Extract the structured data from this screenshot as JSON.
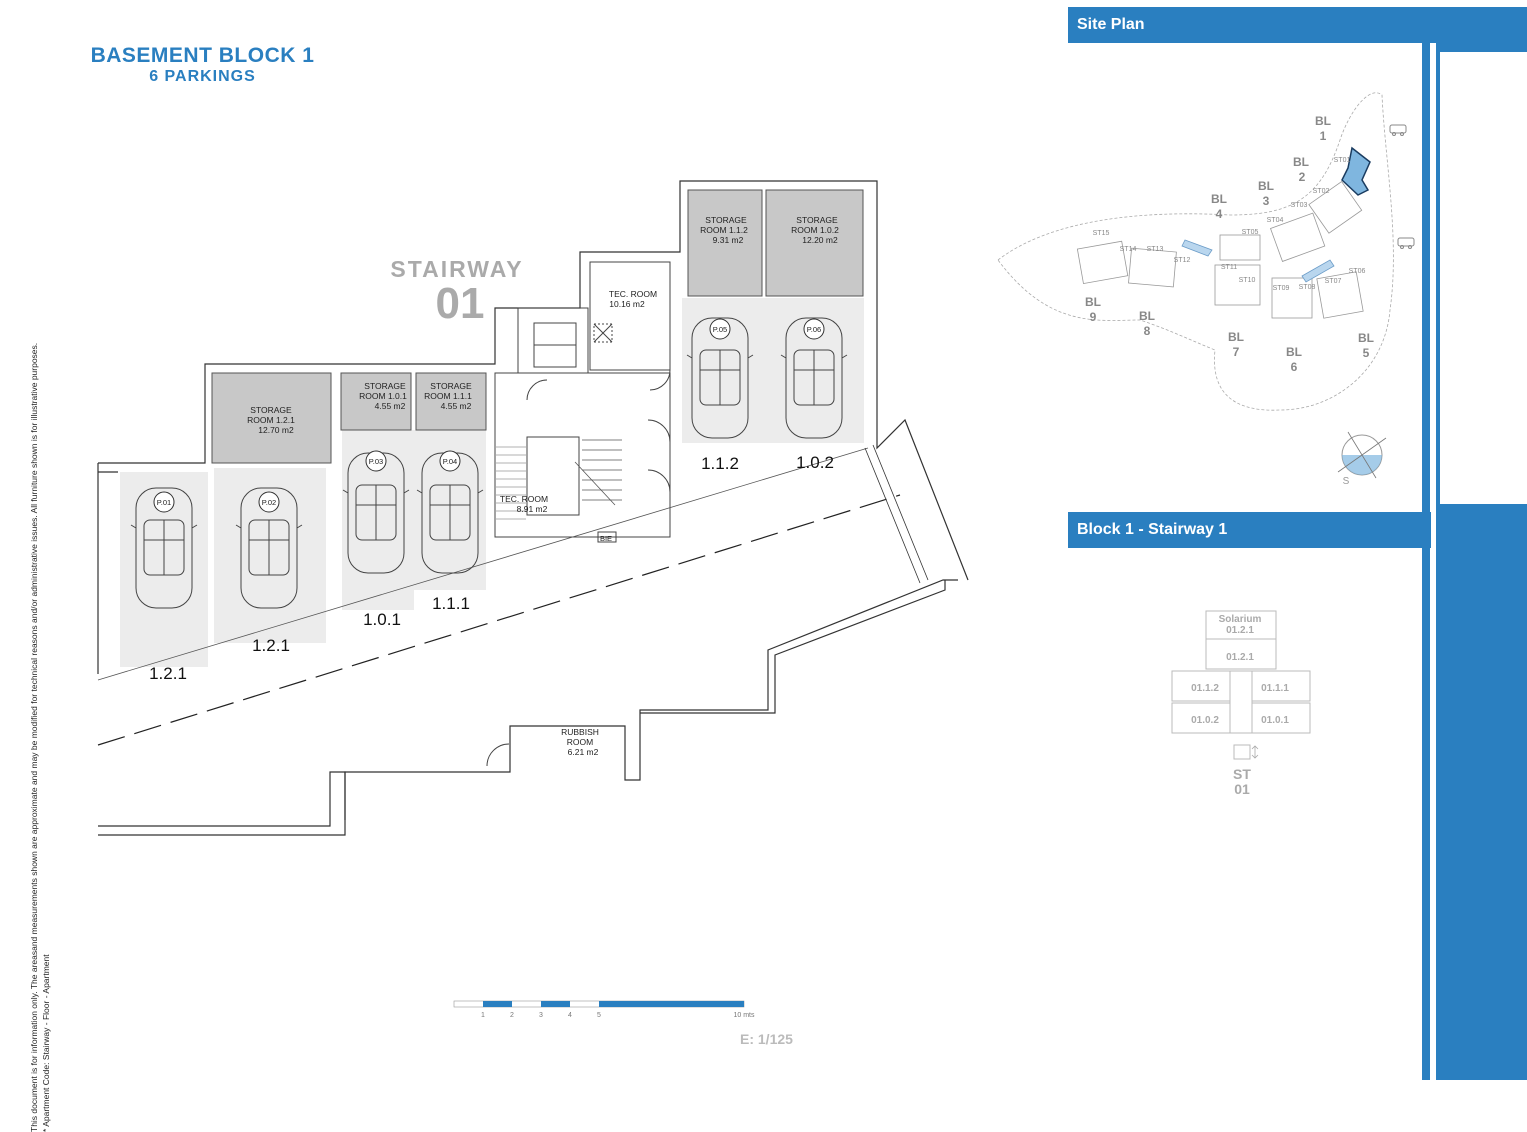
{
  "header": {
    "title": "BASEMENT BLOCK 1",
    "subtitle": "6 PARKINGS"
  },
  "disclaimer": {
    "line1": "This document is for information only. The areasand measurements shown are approximate and may be modified for technical reasons and/or administrative issues. All furniture shown is for illustrative purposes.",
    "line2": "* Apartment Code: Stairway - Floor - Apartment"
  },
  "plan": {
    "stairway_label": "STAIRWAY",
    "stairway_number": "01",
    "storage_rooms": [
      {
        "name": "STORAGE",
        "room": "ROOM 1.2.1",
        "area": "12.70 m2"
      },
      {
        "name": "STORAGE",
        "room": "ROOM 1.0.1",
        "area": "4.55 m2"
      },
      {
        "name": "STORAGE",
        "room": "ROOM 1.1.1",
        "area": "4.55 m2"
      },
      {
        "name": "STORAGE",
        "room": "ROOM 1.1.2",
        "area": "9.31 m2"
      },
      {
        "name": "STORAGE",
        "room": "ROOM 1.0.2",
        "area": "12.20 m2"
      }
    ],
    "tech_room_upper": {
      "name": "TEC. ROOM",
      "area": "10.16 m2"
    },
    "tech_room_lower": {
      "name": "TEC. ROOM",
      "area": "8.91 m2"
    },
    "rubbish_room": {
      "name": "RUBBISH",
      "room": "ROOM",
      "area": "6.21 m2"
    },
    "bie": "BIE",
    "parking_tags": [
      "P.01",
      "P.02",
      "P.03",
      "P.04",
      "P.05",
      "P.06"
    ],
    "parking_codes": [
      "1.2.1",
      "1.2.1",
      "1.0.1",
      "1.1.1",
      "1.1.2",
      "1.0.2"
    ]
  },
  "scale": {
    "ticks": [
      "1",
      "2",
      "3",
      "4",
      "5",
      "10 mts"
    ],
    "ratio": "E: 1/125"
  },
  "site_plan": {
    "header": "Site Plan",
    "blocks": [
      "BL",
      "1",
      "BL",
      "2",
      "BL",
      "3",
      "BL",
      "4",
      "BL",
      "5",
      "BL",
      "6",
      "BL",
      "7",
      "BL",
      "8",
      "BL",
      "9"
    ],
    "stairways": [
      "ST01",
      "ST02",
      "ST03",
      "ST04",
      "ST05",
      "ST06",
      "ST07",
      "ST08",
      "ST09",
      "ST10",
      "ST11",
      "ST12",
      "ST13",
      "ST14",
      "ST15"
    ],
    "compass": "S"
  },
  "block_panel": {
    "header": "Block 1 - Stairway 1",
    "solarium": "Solarium",
    "units": [
      "01.2.1",
      "01.2.1",
      "01.1.2",
      "01.1.1",
      "01.0.2",
      "01.0.1"
    ],
    "stair_label": "ST",
    "stair_number": "01"
  },
  "colors": {
    "accent": "#2a7fc0",
    "storage_fill": "#c8c8c8",
    "parking_fill": "#ececec",
    "highlight": "#7fb6df"
  }
}
